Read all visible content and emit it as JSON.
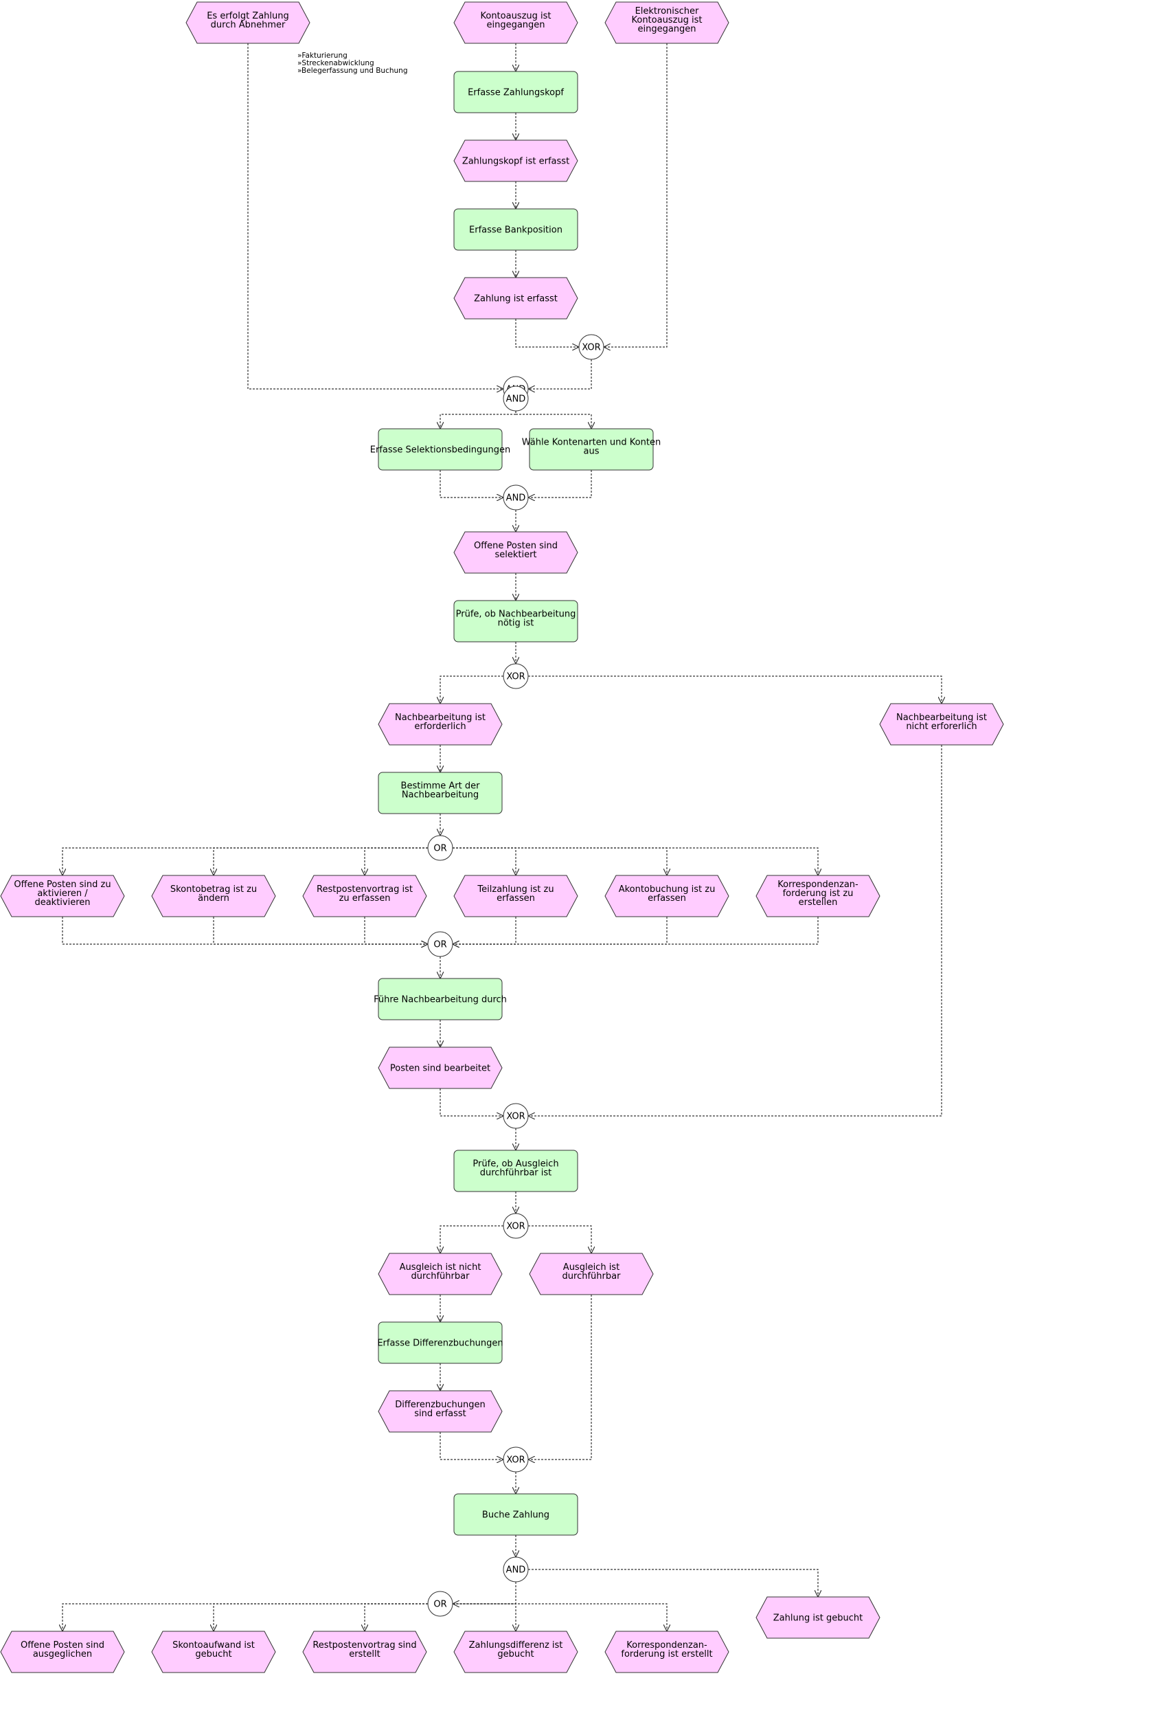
{
  "note_lines": [
    "»Fakturierung",
    "»Streckenabwicklung",
    "»Belegerfassung und Buchung"
  ],
  "nodes": [
    {
      "id": "e_abnehmer",
      "kind": "event",
      "lines": [
        "Es erfolgt Zahlung",
        "durch Abnehmer"
      ]
    },
    {
      "id": "e_kontoauszug",
      "kind": "event",
      "lines": [
        "Kontoauszug ist",
        "eingegangen"
      ]
    },
    {
      "id": "e_elektr",
      "kind": "event",
      "lines": [
        "Elektronischer",
        "Kontoauszug ist",
        "eingegangen"
      ]
    },
    {
      "id": "f_zahlungskopf",
      "kind": "function",
      "lines": [
        "Erfasse Zahlungskopf"
      ]
    },
    {
      "id": "e_zahlungskopf",
      "kind": "event",
      "lines": [
        "Zahlungskopf ist erfasst"
      ]
    },
    {
      "id": "f_bankposition",
      "kind": "function",
      "lines": [
        "Erfasse Bankposition"
      ]
    },
    {
      "id": "e_zahlung_erfasst",
      "kind": "event",
      "lines": [
        "Zahlung ist erfasst"
      ]
    },
    {
      "id": "g_xor1",
      "kind": "gate",
      "label": "XOR"
    },
    {
      "id": "g_and1",
      "kind": "gate",
      "label": "AND"
    },
    {
      "id": "g_and2",
      "kind": "gate",
      "label": "AND"
    },
    {
      "id": "f_selektion",
      "kind": "function",
      "lines": [
        "Erfasse Selektionsbedingungen"
      ]
    },
    {
      "id": "f_kontenarten",
      "kind": "function",
      "lines": [
        "Wähle Kontenarten und Konten",
        "aus"
      ]
    },
    {
      "id": "g_and3",
      "kind": "gate",
      "label": "AND"
    },
    {
      "id": "e_offene_selekt",
      "kind": "event",
      "lines": [
        "Offene Posten sind",
        "selektiert"
      ]
    },
    {
      "id": "f_pruefe_nachb",
      "kind": "function",
      "lines": [
        "Prüfe, ob Nachbearbeitung",
        "nötig ist"
      ]
    },
    {
      "id": "g_xor2",
      "kind": "gate",
      "label": "XOR"
    },
    {
      "id": "e_nachb_erf",
      "kind": "event",
      "lines": [
        "Nachbearbeitung ist",
        "erforderlich"
      ]
    },
    {
      "id": "e_nachb_nicht",
      "kind": "event",
      "lines": [
        "Nachbearbeitung ist",
        "nicht erforerlich"
      ]
    },
    {
      "id": "f_bestimme",
      "kind": "function",
      "lines": [
        "Bestimme Art der",
        "Nachbearbeitung"
      ]
    },
    {
      "id": "g_or1",
      "kind": "gate",
      "label": "OR"
    },
    {
      "id": "e_offene_akt",
      "kind": "event",
      "lines": [
        "Offene Posten sind zu",
        "aktivieren /",
        "deaktivieren"
      ]
    },
    {
      "id": "e_skonto",
      "kind": "event",
      "lines": [
        "Skontobetrag ist zu",
        "ändern"
      ]
    },
    {
      "id": "e_restposten",
      "kind": "event",
      "lines": [
        "Restpostenvortrag ist",
        "zu erfassen"
      ]
    },
    {
      "id": "e_teilzahlung",
      "kind": "event",
      "lines": [
        "Teilzahlung ist zu",
        "erfassen"
      ]
    },
    {
      "id": "e_akonto",
      "kind": "event",
      "lines": [
        "Akontobuchung ist zu",
        "erfassen"
      ]
    },
    {
      "id": "e_korresp",
      "kind": "event",
      "lines": [
        "Korrespondenzan-",
        "forderung ist zu",
        "erstellen"
      ]
    },
    {
      "id": "g_or2",
      "kind": "gate",
      "label": "OR"
    },
    {
      "id": "f_fuehre",
      "kind": "function",
      "lines": [
        "Führe Nachbearbeitung durch"
      ]
    },
    {
      "id": "e_posten_bearb",
      "kind": "event",
      "lines": [
        "Posten sind bearbeitet"
      ]
    },
    {
      "id": "g_xor3",
      "kind": "gate",
      "label": "XOR"
    },
    {
      "id": "f_pruefe_ausgl",
      "kind": "function",
      "lines": [
        "Prüfe, ob Ausgleich",
        "durchführbar ist"
      ]
    },
    {
      "id": "g_xor4",
      "kind": "gate",
      "label": "XOR"
    },
    {
      "id": "e_ausgl_nicht",
      "kind": "event",
      "lines": [
        "Ausgleich ist nicht",
        "durchführbar"
      ]
    },
    {
      "id": "e_ausgl_ja",
      "kind": "event",
      "lines": [
        "Ausgleich ist",
        "durchführbar"
      ]
    },
    {
      "id": "f_differenz",
      "kind": "function",
      "lines": [
        "Erfasse Differenzbuchungen"
      ]
    },
    {
      "id": "e_differenz",
      "kind": "event",
      "lines": [
        "Differenzbuchungen",
        "sind erfasst"
      ]
    },
    {
      "id": "g_xor5",
      "kind": "gate",
      "label": "XOR"
    },
    {
      "id": "f_buche",
      "kind": "function",
      "lines": [
        "Buche Zahlung"
      ]
    },
    {
      "id": "g_and4",
      "kind": "gate",
      "label": "AND"
    },
    {
      "id": "g_or3",
      "kind": "gate",
      "label": "OR"
    },
    {
      "id": "e_zahlung_gebucht",
      "kind": "event",
      "lines": [
        "Zahlung ist gebucht"
      ]
    },
    {
      "id": "e_offene_ausgl",
      "kind": "event",
      "lines": [
        "Offene Posten sind",
        "ausgeglichen"
      ]
    },
    {
      "id": "e_skonto_geb",
      "kind": "event",
      "lines": [
        "Skontoaufwand ist",
        "gebucht"
      ]
    },
    {
      "id": "e_rest_erst",
      "kind": "event",
      "lines": [
        "Restpostenvortrag sind",
        "erstellt"
      ]
    },
    {
      "id": "e_zdiff",
      "kind": "event",
      "lines": [
        "Zahlungsdifferenz ist",
        "gebucht"
      ]
    },
    {
      "id": "e_korresp_erst",
      "kind": "event",
      "lines": [
        "Korrespondenzan-",
        "forderung ist erstellt"
      ]
    }
  ],
  "edges": [
    [
      "e_kontoauszug",
      "f_zahlungskopf"
    ],
    [
      "f_zahlungskopf",
      "e_zahlungskopf"
    ],
    [
      "e_zahlungskopf",
      "f_bankposition"
    ],
    [
      "f_bankposition",
      "e_zahlung_erfasst"
    ],
    [
      "e_zahlung_erfasst",
      "g_xor1"
    ],
    [
      "e_elektr",
      "g_xor1"
    ],
    [
      "g_xor1",
      "g_and1"
    ],
    [
      "e_abnehmer",
      "g_and1"
    ],
    [
      "g_and2",
      "f_selektion"
    ],
    [
      "g_and2",
      "f_kontenarten"
    ],
    [
      "f_selektion",
      "g_and3"
    ],
    [
      "f_kontenarten",
      "g_and3"
    ],
    [
      "g_and3",
      "e_offene_selekt"
    ],
    [
      "e_offene_selekt",
      "f_pruefe_nachb"
    ],
    [
      "f_pruefe_nachb",
      "g_xor2"
    ],
    [
      "g_xor2",
      "e_nachb_erf"
    ],
    [
      "g_xor2",
      "e_nachb_nicht"
    ],
    [
      "e_nachb_erf",
      "f_bestimme"
    ],
    [
      "f_bestimme",
      "g_or1"
    ],
    [
      "g_or1",
      "e_offene_akt"
    ],
    [
      "g_or1",
      "e_skonto"
    ],
    [
      "g_or1",
      "e_restposten"
    ],
    [
      "g_or1",
      "e_teilzahlung"
    ],
    [
      "g_or1",
      "e_akonto"
    ],
    [
      "g_or1",
      "e_korresp"
    ],
    [
      "e_offene_akt",
      "g_or2"
    ],
    [
      "e_skonto",
      "g_or2"
    ],
    [
      "e_restposten",
      "g_or2"
    ],
    [
      "e_teilzahlung",
      "g_or2"
    ],
    [
      "e_akonto",
      "g_or2"
    ],
    [
      "e_korresp",
      "g_or2"
    ],
    [
      "g_or2",
      "f_fuehre"
    ],
    [
      "f_fuehre",
      "e_posten_bearb"
    ],
    [
      "e_posten_bearb",
      "g_xor3"
    ],
    [
      "e_nachb_nicht",
      "g_xor3"
    ],
    [
      "g_xor3",
      "f_pruefe_ausgl"
    ],
    [
      "f_pruefe_ausgl",
      "g_xor4"
    ],
    [
      "g_xor4",
      "e_ausgl_nicht"
    ],
    [
      "g_xor4",
      "e_ausgl_ja"
    ],
    [
      "e_ausgl_nicht",
      "f_differenz"
    ],
    [
      "f_differenz",
      "e_differenz"
    ],
    [
      "e_differenz",
      "g_xor5"
    ],
    [
      "e_ausgl_ja",
      "g_xor5"
    ],
    [
      "g_xor5",
      "f_buche"
    ],
    [
      "f_buche",
      "g_and4"
    ],
    [
      "g_and4",
      "g_or3"
    ],
    [
      "g_and4",
      "e_zahlung_gebucht"
    ],
    [
      "g_or3",
      "e_offene_ausgl"
    ],
    [
      "g_or3",
      "e_skonto_geb"
    ],
    [
      "g_or3",
      "e_rest_erst"
    ],
    [
      "g_or3",
      "e_zdiff"
    ],
    [
      "g_or3",
      "e_korresp_erst"
    ]
  ],
  "colors": {
    "event_fill": "#ffccff",
    "function_fill": "#ccffcc",
    "gate_fill": "#ffffff",
    "stroke": "#333333"
  }
}
